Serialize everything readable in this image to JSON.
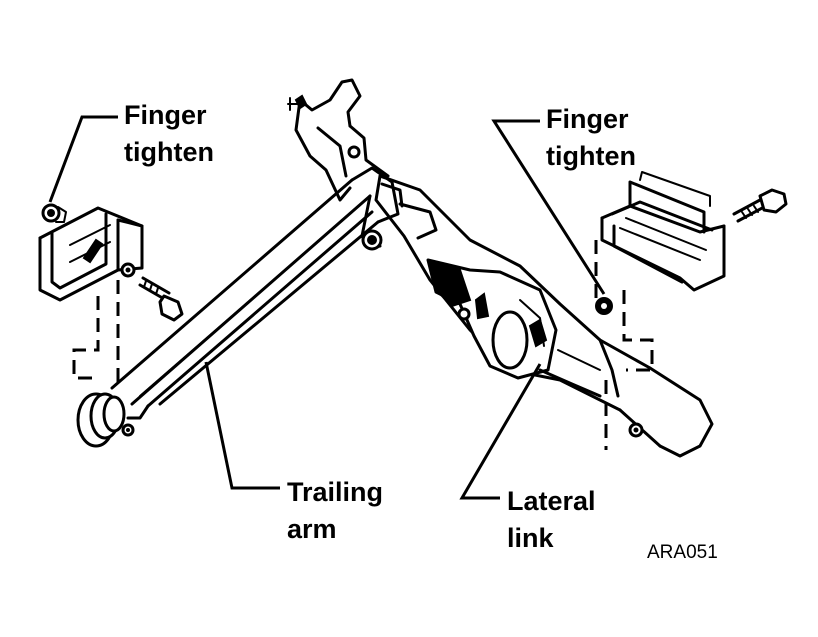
{
  "labels": {
    "finger_tighten_left": [
      "Finger",
      "tighten"
    ],
    "finger_tighten_right": [
      "Finger",
      "tighten"
    ],
    "trailing_arm": [
      "Trailing",
      "arm"
    ],
    "lateral_link": [
      "Lateral",
      "link"
    ]
  },
  "figure_code": "ARA051"
}
